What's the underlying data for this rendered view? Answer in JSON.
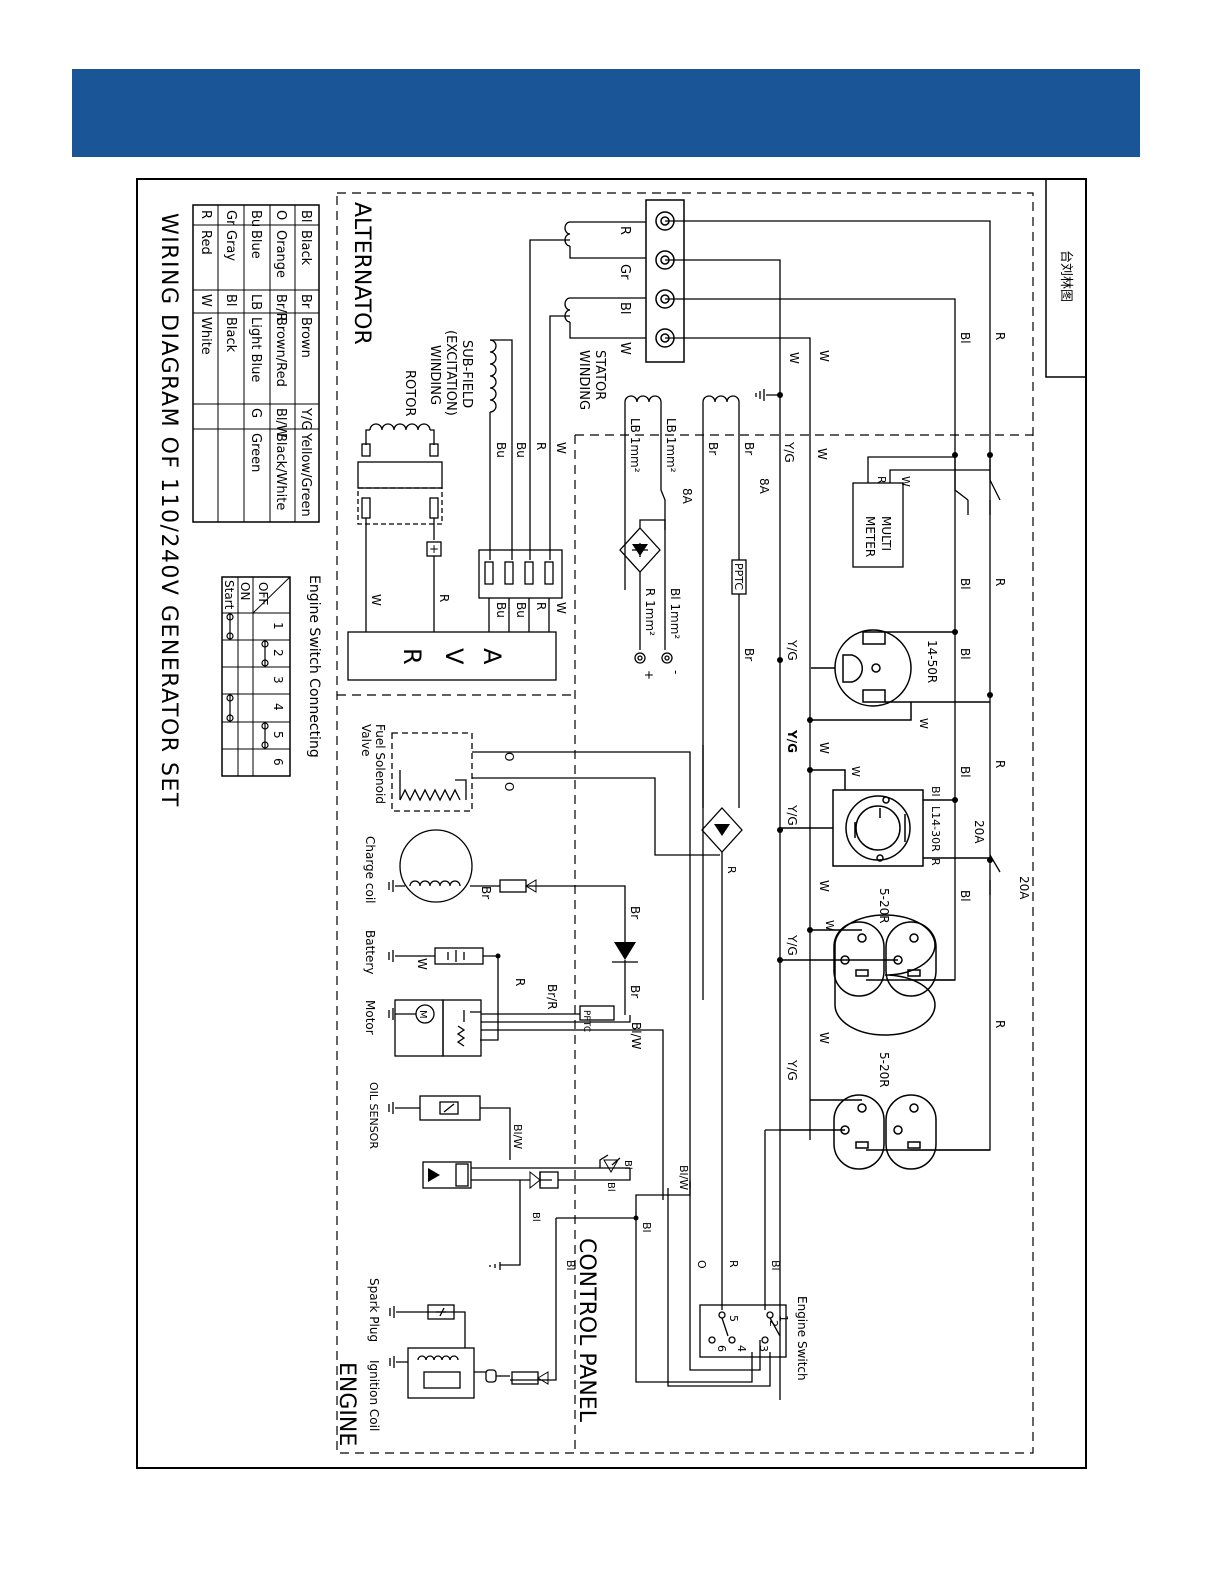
{
  "header": {
    "color": "#1a5597"
  },
  "title": "WIRING DIAGRAM OF 110/240V GENERATOR SET",
  "corner_label": "台刘林图",
  "sections": {
    "alternator": "ALTERNATOR",
    "control_panel": "CONTROL PANEL",
    "engine": "ENGINE"
  },
  "color_legend": [
    [
      "Bl",
      "Black",
      "Br",
      "Brown",
      "Y/G",
      "Yellow/Green"
    ],
    [
      "O",
      "Orange",
      "Br/R",
      "Brown/Red",
      "Bl/W",
      "Black/White"
    ],
    [
      "Bu",
      "Blue",
      "LB",
      "Light Blue",
      "G",
      "Green"
    ],
    [
      "Gr",
      "Gray",
      "Bl",
      "Black",
      "",
      ""
    ],
    [
      "R",
      "Red",
      "W",
      "White",
      "",
      ""
    ]
  ],
  "switch_table": {
    "title": "Engine Switch Connecting",
    "columns": [
      "1",
      "2",
      "3",
      "4",
      "5",
      "6"
    ],
    "states": [
      "OFF",
      "ON",
      "Start"
    ]
  },
  "labels": {
    "stator_winding": [
      "STATOR",
      "WINDING"
    ],
    "sub_field": [
      "SUB-FIELD",
      "(EXCITATION)",
      "WINDING"
    ],
    "rotor": "ROTOR",
    "avr": [
      "A",
      "V",
      "R"
    ],
    "lb_1mm_a": "LB 1mm²",
    "lb_1mm_b": "LB 1mm²",
    "fuse_8a_a": "8A",
    "fuse_8a_b": "8A",
    "bl_1mm": "Bl 1mm²",
    "r_1mm": "R 1mm²",
    "plus": "+",
    "minus": "-",
    "pptc": "PPTC",
    "multimeter": [
      "MULTI",
      "METER"
    ],
    "r_14_50": "14-50R",
    "r_l14_30": "L14-30R",
    "breaker_20a_a": "20A",
    "breaker_20a_b": "20A",
    "r_5_20_a": "5-20R",
    "r_5_20_b": "5-20R",
    "fuel_solenoid": [
      "Fuel Solenoid",
      "Valve"
    ],
    "charge_coil": [
      "Charge coil"
    ],
    "battery": "Battery",
    "motor": "Motor",
    "oil_sensor": "OIL SENSOR",
    "spark_plug": "Spark Plug",
    "ignition_coil": "Ignition Coil",
    "engine_switch": "Engine Switch",
    "sw_terminals": [
      "1",
      "2",
      "3",
      "4",
      "5",
      "6"
    ],
    "motor_m": "M"
  },
  "wires": {
    "R": "R",
    "Gr": "Gr",
    "Bl": "Bl",
    "W": "W",
    "Bu": "Bu",
    "Br": "Br",
    "YG": "Y/G",
    "O": "O",
    "BrR": "Br/R",
    "BlW": "Bl/W",
    "LB": "LB"
  }
}
